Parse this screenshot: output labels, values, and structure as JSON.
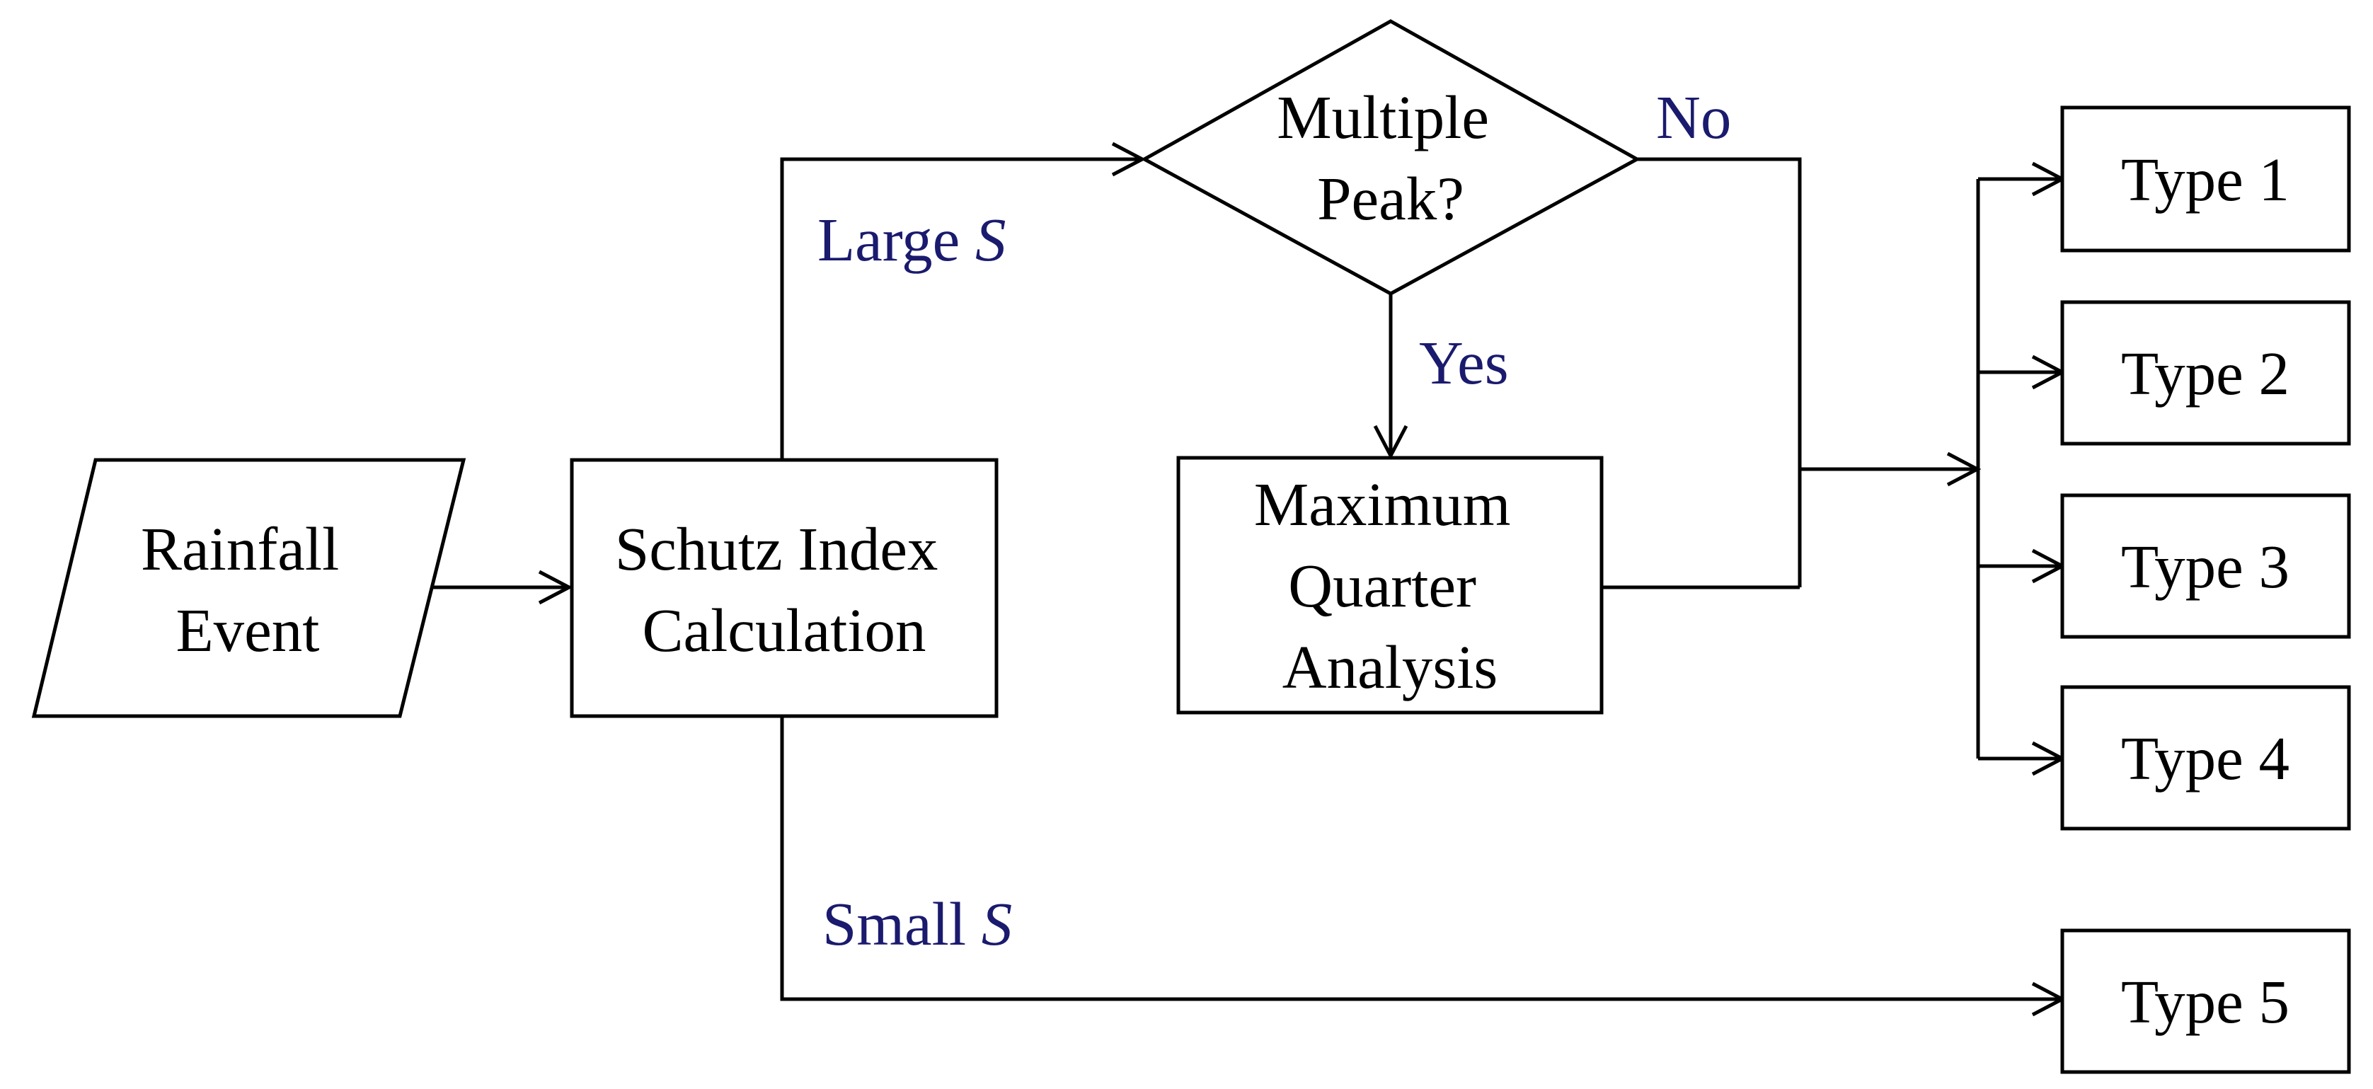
{
  "nodes": {
    "rainfall": {
      "lines": [
        "Rainfall",
        "Event"
      ]
    },
    "schutz": {
      "lines": [
        "Schutz Index",
        "Calculation"
      ]
    },
    "decision": {
      "lines": [
        "Multiple",
        "Peak?"
      ]
    },
    "mqa": {
      "lines": [
        "Maximum",
        "Quarter",
        "Analysis"
      ]
    },
    "types": [
      "Type 1",
      "Type 2",
      "Type 3",
      "Type 4",
      "Type 5"
    ]
  },
  "edges": {
    "large": {
      "text": "Large ",
      "var": "S"
    },
    "small": {
      "text": "Small ",
      "var": "S"
    },
    "yes": "Yes",
    "no": "No"
  },
  "colors": {
    "label": "#1a1a6e",
    "line": "#000000"
  }
}
